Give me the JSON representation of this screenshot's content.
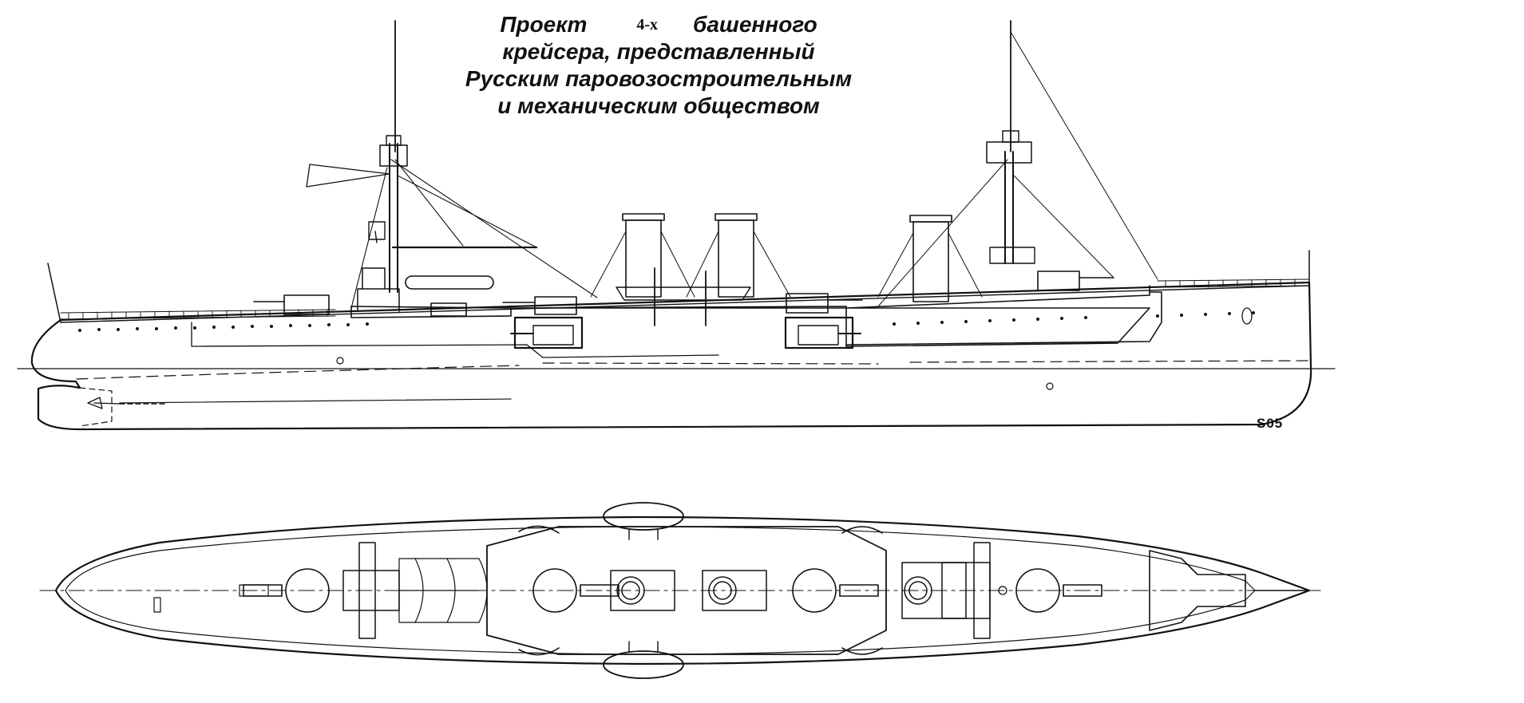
{
  "title": {
    "line1_a": "Проект",
    "line1_num": "4-х",
    "line1_b": "башенного",
    "line2": "крейсера, представленный",
    "line3": "Русским паровозостроительным",
    "line4": "и механическим обществом"
  },
  "drawing_code": "S05",
  "colors": {
    "ink": "#111111",
    "paper": "#ffffff"
  },
  "views": [
    "side-elevation",
    "deck-plan"
  ]
}
